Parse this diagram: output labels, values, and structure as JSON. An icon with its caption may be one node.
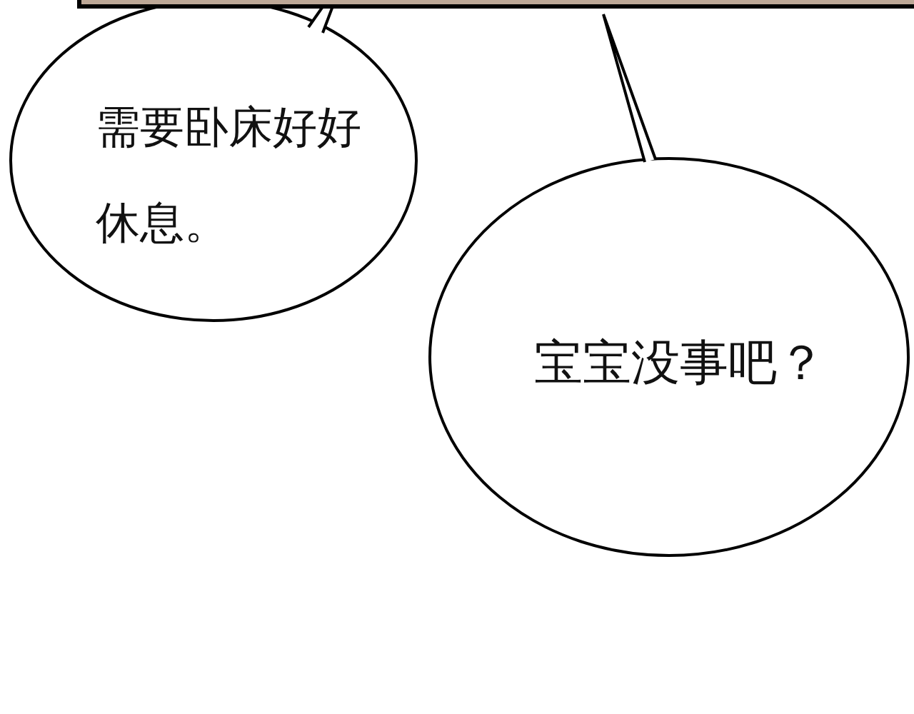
{
  "diagram": {
    "nodes": [
      {
        "text": [],
        "shape": "box"
      },
      {
        "text": [
          "需要卧床好好休息。"
        ]
      },
      {
        "text": [
          "宝宝没事吧？"
        ]
      }
    ]
  }
}
